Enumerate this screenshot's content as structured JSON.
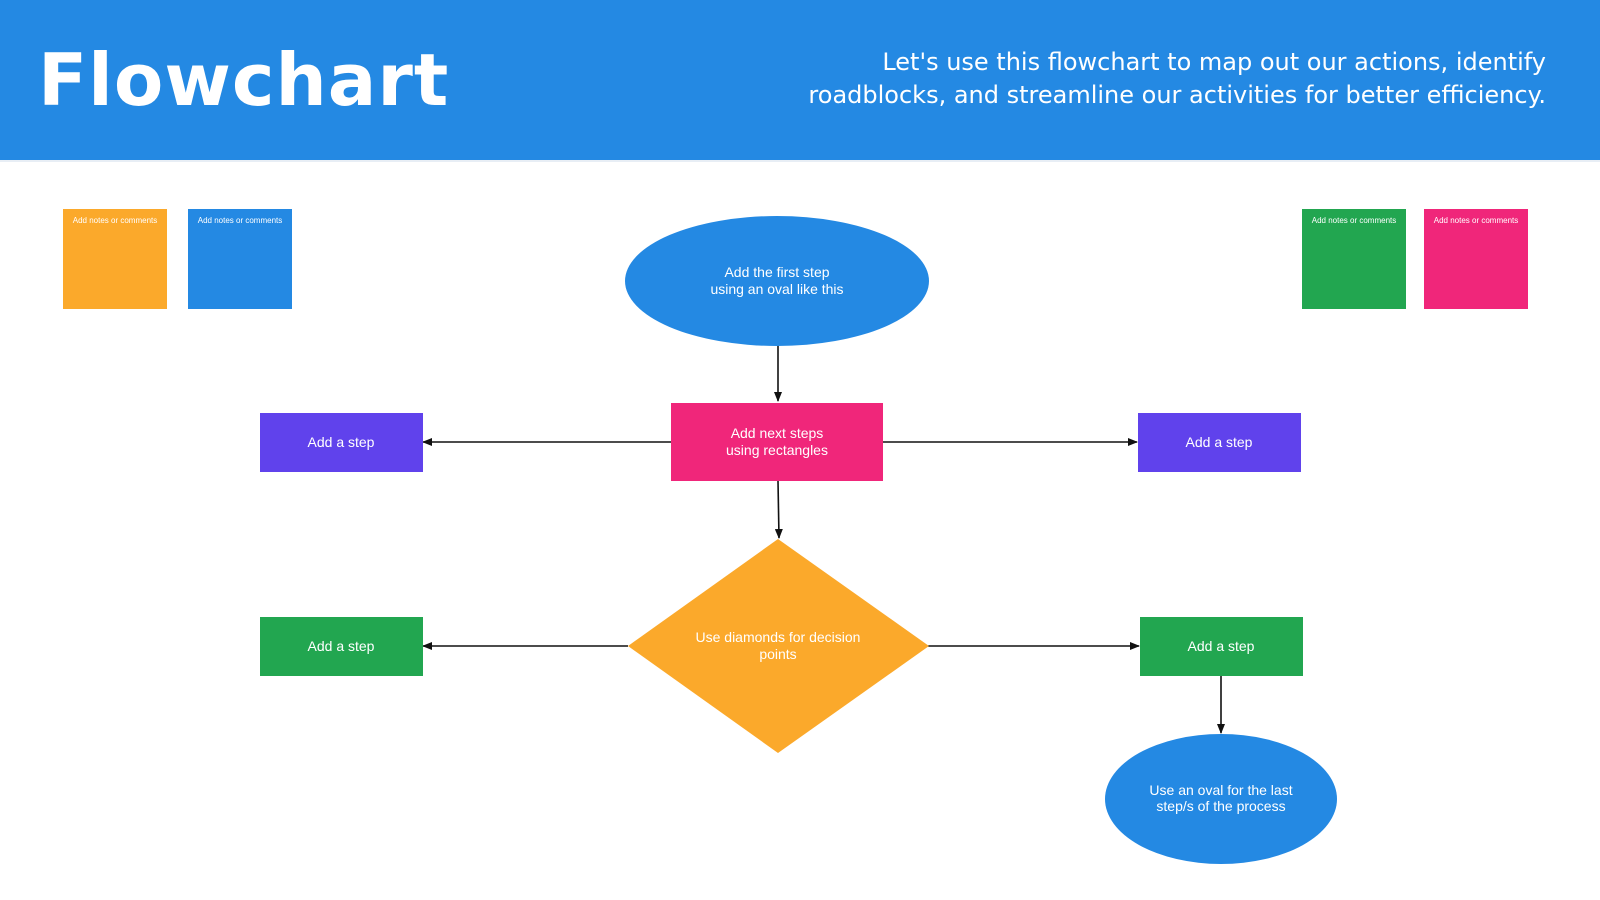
{
  "header": {
    "title": "Flowchart",
    "subtitle_line1": "Let's use this flowchart to map out our actions, identify",
    "subtitle_line2": "roadblocks, and streamline our activities for better efficiency."
  },
  "sticky_notes": [
    {
      "label": "Add notes or comments",
      "color": "#fba92b"
    },
    {
      "label": "Add notes or comments",
      "color": "#2489e3"
    },
    {
      "label": "Add notes or comments",
      "color": "#22a650"
    },
    {
      "label": "Add notes or comments",
      "color": "#f0267a"
    }
  ],
  "nodes": {
    "start_oval": {
      "line1": "Add the first step",
      "line2": "using an oval like this",
      "color": "#2489e3"
    },
    "next_steps": {
      "line1": "Add next steps",
      "line2": "using rectangles",
      "color": "#f0267a"
    },
    "step_left_1": {
      "label": "Add a step",
      "color": "#6042ec"
    },
    "step_right_1": {
      "label": "Add a step",
      "color": "#6042ec"
    },
    "decision": {
      "line1": "Use diamonds for decision",
      "line2": "points",
      "color": "#fba92b"
    },
    "step_left_2": {
      "label": "Add a step",
      "color": "#22a650"
    },
    "step_right_2": {
      "label": "Add a step",
      "color": "#22a650"
    },
    "end_oval": {
      "line1": "Use an oval for the last",
      "line2": "step/s of the process",
      "color": "#2489e3"
    }
  }
}
